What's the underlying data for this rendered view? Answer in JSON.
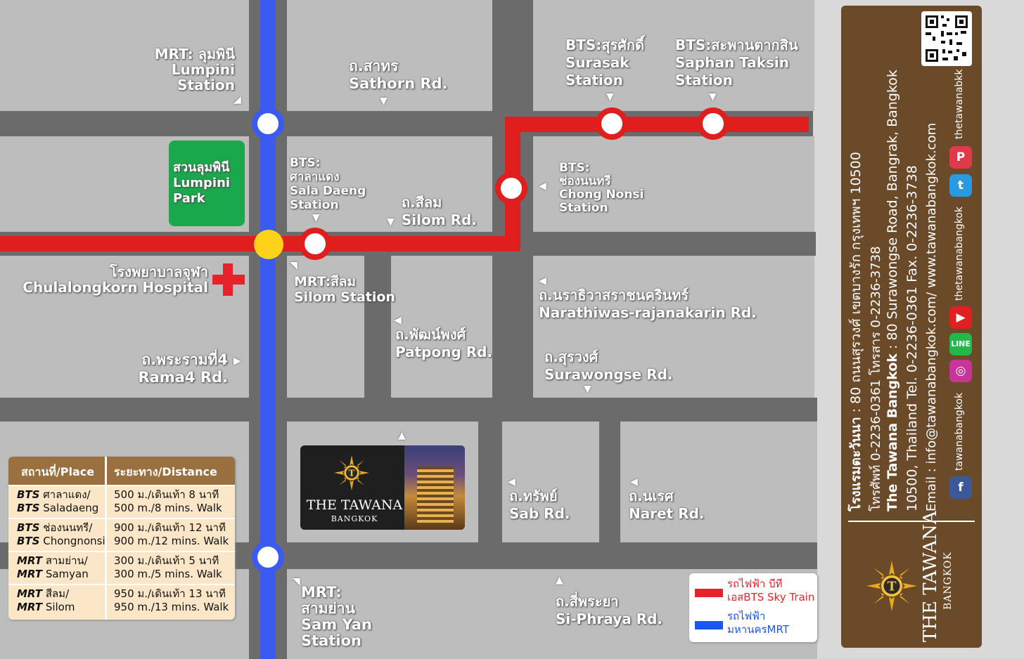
{
  "map": {
    "stations": {
      "mrt_lumpini": [
        "MRT: ลุมพินี",
        "Lumpini",
        "Station"
      ],
      "bts_sala_daeng": [
        "BTS:",
        "ศาลาแดง",
        "Sala Daeng",
        "Station"
      ],
      "bts_surasak": [
        "BTS:สุรศักดิ์",
        "Surasak",
        "Station"
      ],
      "bts_saphan_taksin": [
        "BTS:สะพานตากสิน",
        "Saphan Taksin",
        "Station"
      ],
      "bts_chong_nonsi": [
        "BTS:",
        "ช่องนนทรี",
        "Chong Nonsi",
        "Station"
      ],
      "mrt_silom": [
        "MRT:สีลม",
        "Silom Station"
      ],
      "mrt_sam_yan": [
        "MRT:",
        "สามย่าน",
        "Sam Yan",
        "Station"
      ]
    },
    "roads": {
      "sathorn": [
        "ถ.สาทร",
        "Sathorn Rd."
      ],
      "silom": [
        "ถ.สีลม",
        "Silom Rd."
      ],
      "narathiwas": [
        "ถ.นราธิวาสราชนครินทร์",
        "Narathiwas-rajanakarin Rd."
      ],
      "patpong": [
        "ถ.พัฒน์พงศ์",
        "Patpong Rd."
      ],
      "surawongse": [
        "ถ.สุรวงศ์",
        "Surawongse Rd."
      ],
      "rama4": [
        "ถ.พระรามที่4",
        "Rama4 Rd."
      ],
      "sab": [
        "ถ.ทรัพย์",
        "Sab Rd."
      ],
      "naret": [
        "ถ.นเรศ",
        "Naret Rd."
      ],
      "si_phraya": [
        "ถ.สี่พระยา",
        "Si-Phraya Rd."
      ]
    },
    "landmarks": {
      "park": [
        "สวนลุมพินี",
        "Lumpini",
        "Park"
      ],
      "hospital": [
        "โรงพยาบาลจุฬา",
        "Chulalongkorn Hospital"
      ]
    },
    "hotel_card": {
      "name": "THE TAWANA",
      "sub": "BANGKOK",
      "logo_letter": "T"
    }
  },
  "distance_table": {
    "headers": [
      "สถานที่/Place",
      "ระยะทาง/Distance"
    ],
    "rows": [
      {
        "place_th_prefix": "BTS",
        "place_th": "ศาลาแดง/",
        "place_en_prefix": "BTS",
        "place_en": "Saladaeng",
        "dist_th": "500 ม./เดินเท้า 8 นาที",
        "dist_en": "500 m./8 mins. Walk"
      },
      {
        "place_th_prefix": "BTS",
        "place_th": "ช่องนนทรี/",
        "place_en_prefix": "BTS",
        "place_en": "Chongnonsi",
        "dist_th": "900 ม./เดินเท้า 12 นาที",
        "dist_en": "900 m./12 mins. Walk"
      },
      {
        "place_th_prefix": "MRT",
        "place_th": "สามย่าน/",
        "place_en_prefix": "MRT",
        "place_en": "Samyan",
        "dist_th": "300 ม./เดินเท้า 5 นาที",
        "dist_en": "300 m./5 mins. Walk"
      },
      {
        "place_th_prefix": "MRT",
        "place_th": "สีลม/",
        "place_en_prefix": "MRT",
        "place_en": "Silom",
        "dist_th": "950 ม./เดินเท้า 13 นาที",
        "dist_en": "950 m./13 mins. Walk"
      }
    ]
  },
  "legend": {
    "bts_th": "รถไฟฟ้า บีทีเอส",
    "bts_en": "BTS Sky Train",
    "mrt_th": "รถไฟฟ้ามหานคร",
    "mrt_en": "MRT",
    "bts_color": "#e01e1e",
    "mrt_color": "#1a56f0"
  },
  "info_panel": {
    "line1_th_bold": "โรงแรมตะวันนา",
    "line1_th": " : 80 ถนนสุรวงศ์ เขตบางรัก กรุงเทพฯ 10500",
    "line2_th": "โทรศัพท์ 0-2236-0361 โทรสาร 0-2236-3738",
    "line3_bold": "The Tawana Bangkok",
    "line3": " : 80 Surawongse Road, Bangrak, Bangkok",
    "line4": "10500, Thailand Tel. 0-2236-0361 Fax. 0-2236-3738",
    "line5": "Email : info@tawanabangkok.com/ www.tawanabangkok.com",
    "social_facebook": "tawanabangkok",
    "social_line": "thetawanabangkok",
    "social_twitter": "thetawanabkk",
    "brand_name": "THE TAWANA",
    "brand_sub": "BANGKOK",
    "accent_color": "#6b4a2a"
  }
}
